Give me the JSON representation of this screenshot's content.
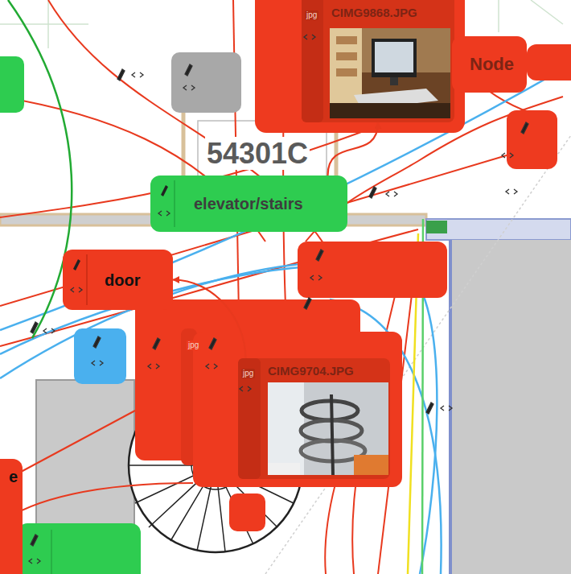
{
  "diagram": {
    "nodes": [
      {
        "text": [
          "jpg",
          "CIMG9868.JPG"
        ]
      },
      {
        "text": [
          "Node"
        ]
      },
      {
        "text": [
          "elevator/stairs"
        ]
      },
      {
        "text": [
          "door"
        ]
      },
      {
        "text": [
          "jpg",
          "CIMG9704.JPG"
        ]
      },
      {
        "text": [
          "e"
        ]
      }
    ],
    "edges": [
      {
        "from": 4,
        "to": 3,
        "arrow": "to"
      },
      {
        "from": 2,
        "to": 0,
        "arrow": "to"
      }
    ],
    "labels": [
      "54301C",
      "jpg"
    ]
  }
}
